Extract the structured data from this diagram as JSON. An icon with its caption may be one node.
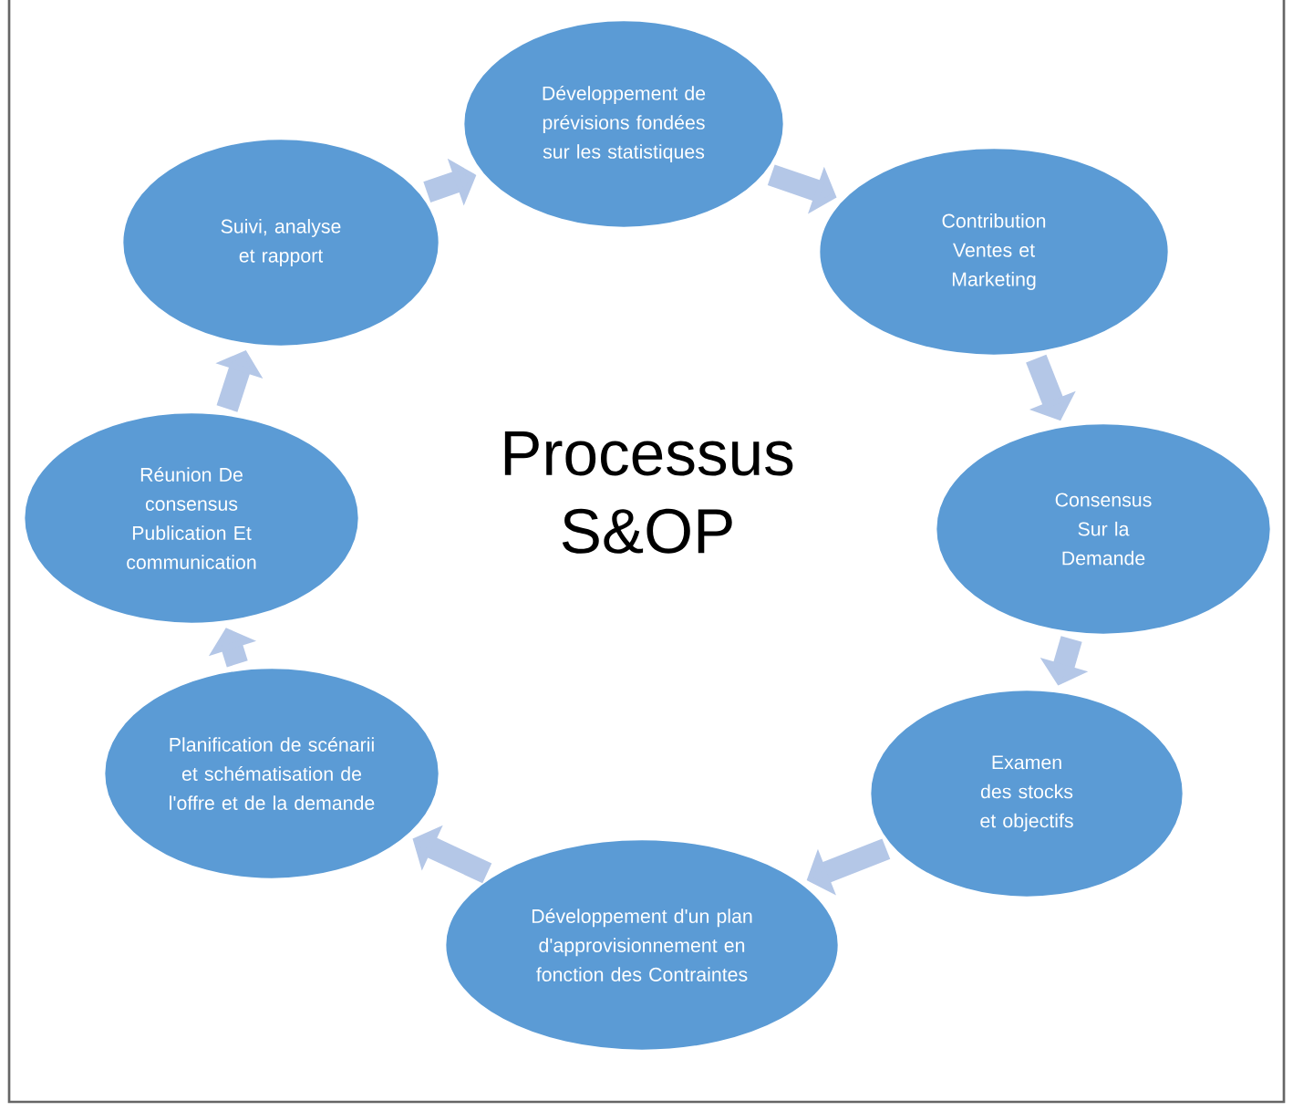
{
  "diagram": {
    "title": "Processus S&OP",
    "nodes": [
      {
        "text": [
          "Développement de prévisions fondées sur les statistiques"
        ]
      },
      {
        "text": [
          "Contribution Ventes et Marketing"
        ]
      },
      {
        "text": [
          "Consensus Sur la Demande"
        ]
      },
      {
        "text": [
          "Examen des stocks et objectifs"
        ]
      },
      {
        "text": [
          "Développement d'un plan d'approvisionnement en fonction des Contraintes"
        ]
      },
      {
        "text": [
          "Planification de scénarii et schématisation de l'offre et de la demande"
        ]
      },
      {
        "text": [
          "Réunion De consensus Publication Et communication"
        ]
      },
      {
        "text": [
          "Suivi, analyse et rapport"
        ]
      }
    ],
    "edges": [
      {
        "from": 0,
        "to": 1,
        "arrow": "to"
      },
      {
        "from": 1,
        "to": 2,
        "arrow": "to"
      },
      {
        "from": 2,
        "to": 3,
        "arrow": "to"
      },
      {
        "from": 3,
        "to": 4,
        "arrow": "to"
      },
      {
        "from": 4,
        "to": 5,
        "arrow": "to"
      },
      {
        "from": 5,
        "to": 6,
        "arrow": "to"
      },
      {
        "from": 6,
        "to": 7,
        "arrow": "to"
      },
      {
        "from": 7,
        "to": 0,
        "arrow": "to"
      }
    ]
  }
}
